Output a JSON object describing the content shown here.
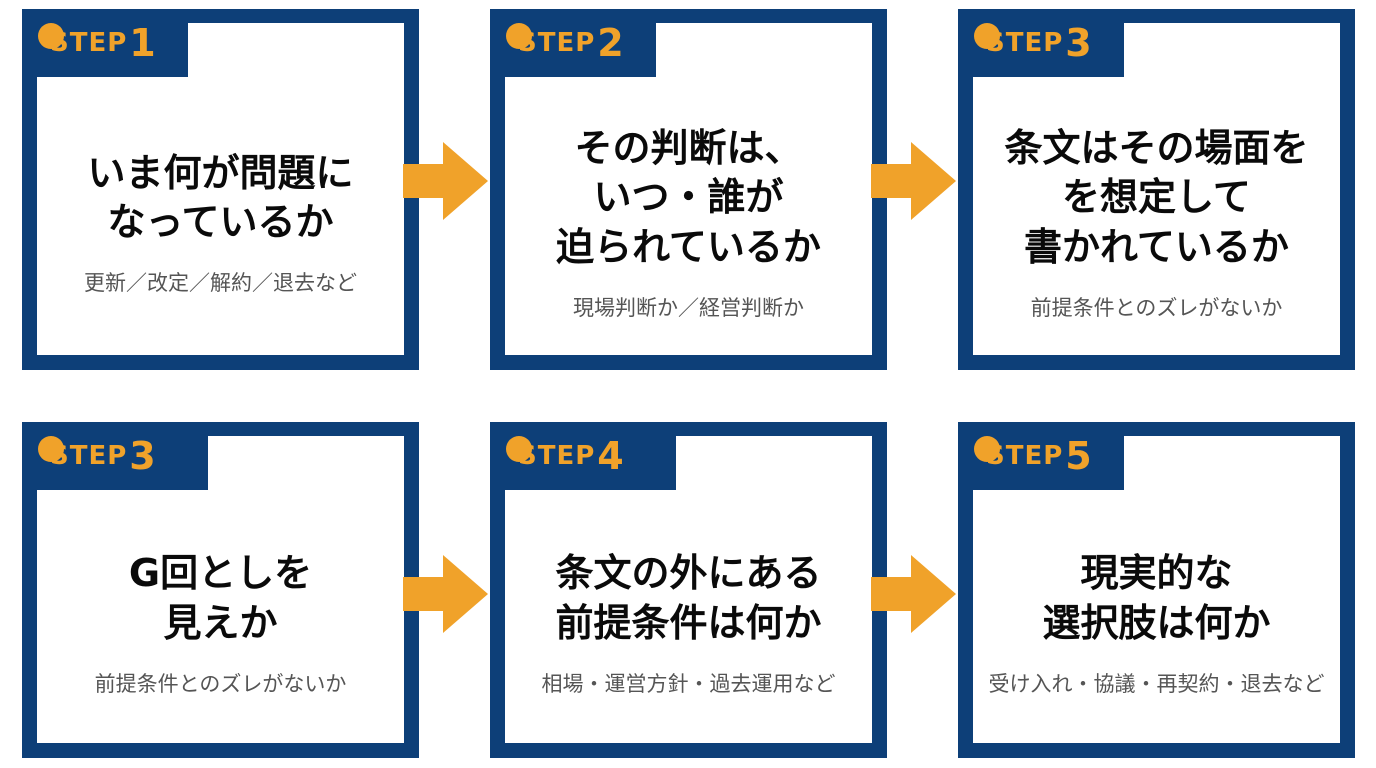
{
  "colors": {
    "navy": "#0d3f78",
    "accent": "#f0a22a"
  },
  "step_label": "STEP",
  "steps": [
    {
      "number": "1",
      "title_lines": [
        "いま何が問題に",
        "なっているか"
      ],
      "subtitle": "更新／改定／解約／退去など"
    },
    {
      "number": "2",
      "title_lines": [
        "その判断は、",
        "いつ・誰が",
        "迫られているか"
      ],
      "subtitle": "現場判断か／経営判断か"
    },
    {
      "number": "3",
      "title_lines": [
        "条文はその場面を",
        "を想定して",
        "書かれているか"
      ],
      "subtitle": "前提条件とのズレがないか"
    },
    {
      "number": "3",
      "title_lines": [
        "G回としを",
        "見えか"
      ],
      "subtitle": "前提条件とのズレがないか"
    },
    {
      "number": "4",
      "title_lines": [
        "条文の外にある",
        "前提条件は何か"
      ],
      "subtitle": "相場・運営方針・過去運用など"
    },
    {
      "number": "5",
      "title_lines": [
        "現実的な",
        "選択肢は何か"
      ],
      "subtitle": "受け入れ・協議・再契約・退去など"
    }
  ]
}
